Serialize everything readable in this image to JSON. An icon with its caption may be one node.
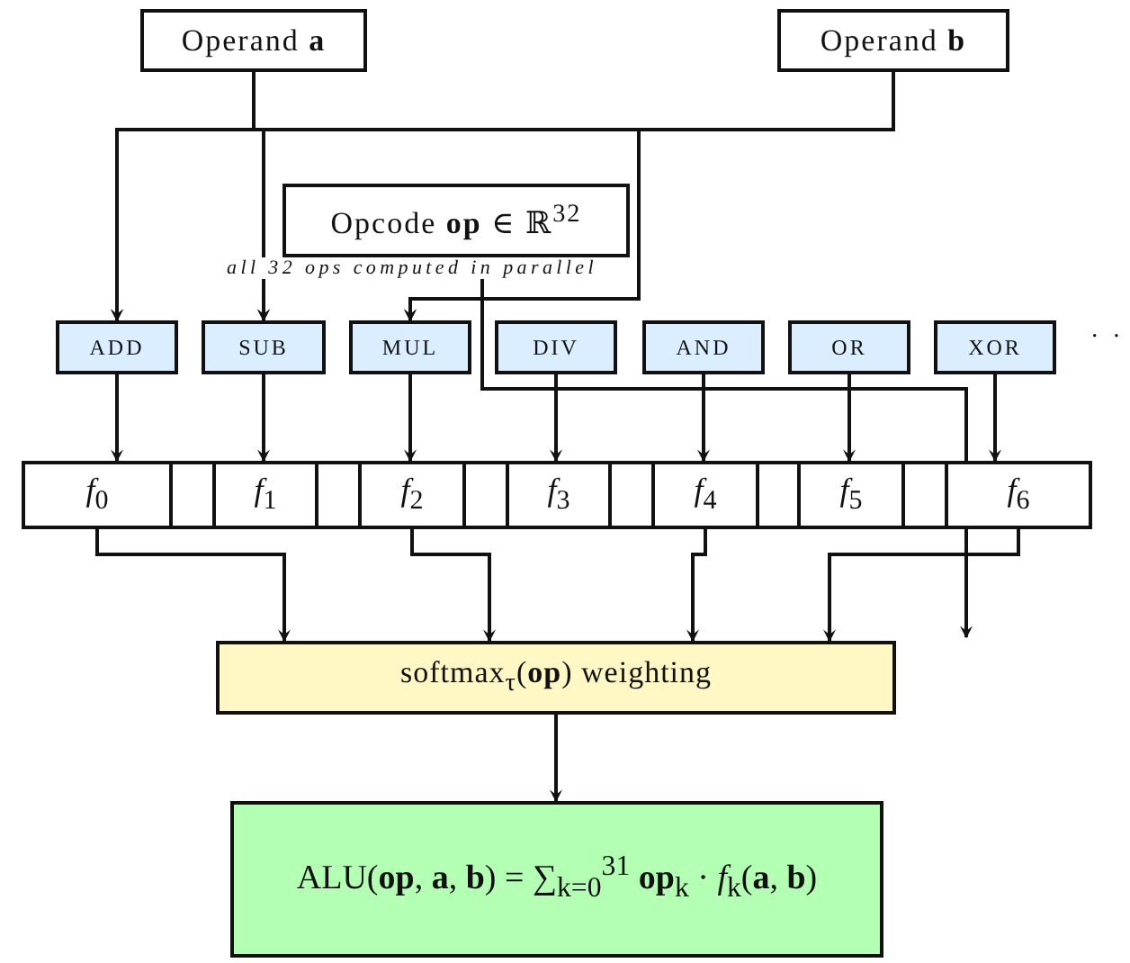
{
  "diagram": {
    "nodes": [
      {
        "text": [
          "Operand **a**"
        ]
      },
      {
        "text": [
          "Operand **b**"
        ]
      },
      {
        "text": [
          "Opcode **op** ∈ ℝ$^{32}$"
        ]
      },
      {
        "text": [
          "ADD"
        ]
      },
      {
        "text": [
          "SUB"
        ]
      },
      {
        "text": [
          "MUL"
        ]
      },
      {
        "text": [
          "DIV"
        ]
      },
      {
        "text": [
          "AND"
        ]
      },
      {
        "text": [
          "OR"
        ]
      },
      {
        "text": [
          "XOR"
        ]
      },
      {
        "text": [
          "*f*$_{0}$"
        ]
      },
      {
        "text": [],
        "shape": "box"
      },
      {
        "text": [
          "*f*$_{1}$"
        ]
      },
      {
        "text": [],
        "shape": "box"
      },
      {
        "text": [
          "*f*$_{2}$"
        ]
      },
      {
        "text": [],
        "shape": "box"
      },
      {
        "text": [
          "*f*$_{3}$"
        ]
      },
      {
        "text": [],
        "shape": "box"
      },
      {
        "text": [
          "*f*$_{4}$"
        ]
      },
      {
        "text": [],
        "shape": "box"
      },
      {
        "text": [
          "*f*$_{5}$"
        ]
      },
      {
        "text": [],
        "shape": "box"
      },
      {
        "text": [
          "*f*$_{6}$"
        ]
      },
      {
        "text": [
          "softmax$_{τ}$(**op**) weighting"
        ]
      },
      {
        "text": [
          "ALU(**op**, **a**, **b**) = ∑$_{k=0}$$^{31}$ **op**$_{k}$ · *f*$_{k}$(**a**, **b**)"
        ]
      }
    ],
    "edges": [
      {
        "from": 0,
        "to": 3,
        "arrow": "to"
      },
      {
        "from": 0,
        "to": 4,
        "arrow": "to"
      },
      {
        "from": 0,
        "to": 5,
        "arrow": "to"
      },
      {
        "from": 1,
        "to": 3,
        "arrow": "to"
      },
      {
        "from": 1,
        "to": 4,
        "arrow": "to"
      },
      {
        "from": 1,
        "to": 5,
        "arrow": "to"
      },
      {
        "from": 2,
        "to": null,
        "arrow": "to"
      },
      {
        "from": 3,
        "to": 10,
        "arrow": "to"
      },
      {
        "from": 4,
        "to": 12,
        "arrow": "to"
      },
      {
        "from": 5,
        "to": 14,
        "arrow": "to"
      },
      {
        "from": 6,
        "to": 16,
        "arrow": "to"
      },
      {
        "from": 7,
        "to": 18,
        "arrow": "to"
      },
      {
        "from": 8,
        "to": 20,
        "arrow": "to"
      },
      {
        "from": 9,
        "to": 22,
        "arrow": "to"
      },
      {
        "from": 10,
        "to": 23,
        "arrow": "to"
      },
      {
        "from": 14,
        "to": 23,
        "arrow": "to"
      },
      {
        "from": 18,
        "to": 23,
        "arrow": "to"
      },
      {
        "from": 22,
        "to": 23,
        "arrow": "to"
      },
      {
        "from": 23,
        "to": 24,
        "arrow": "to"
      }
    ],
    "labels": [
      "all 32 ops computed in parallel",
      "· ·"
    ]
  }
}
